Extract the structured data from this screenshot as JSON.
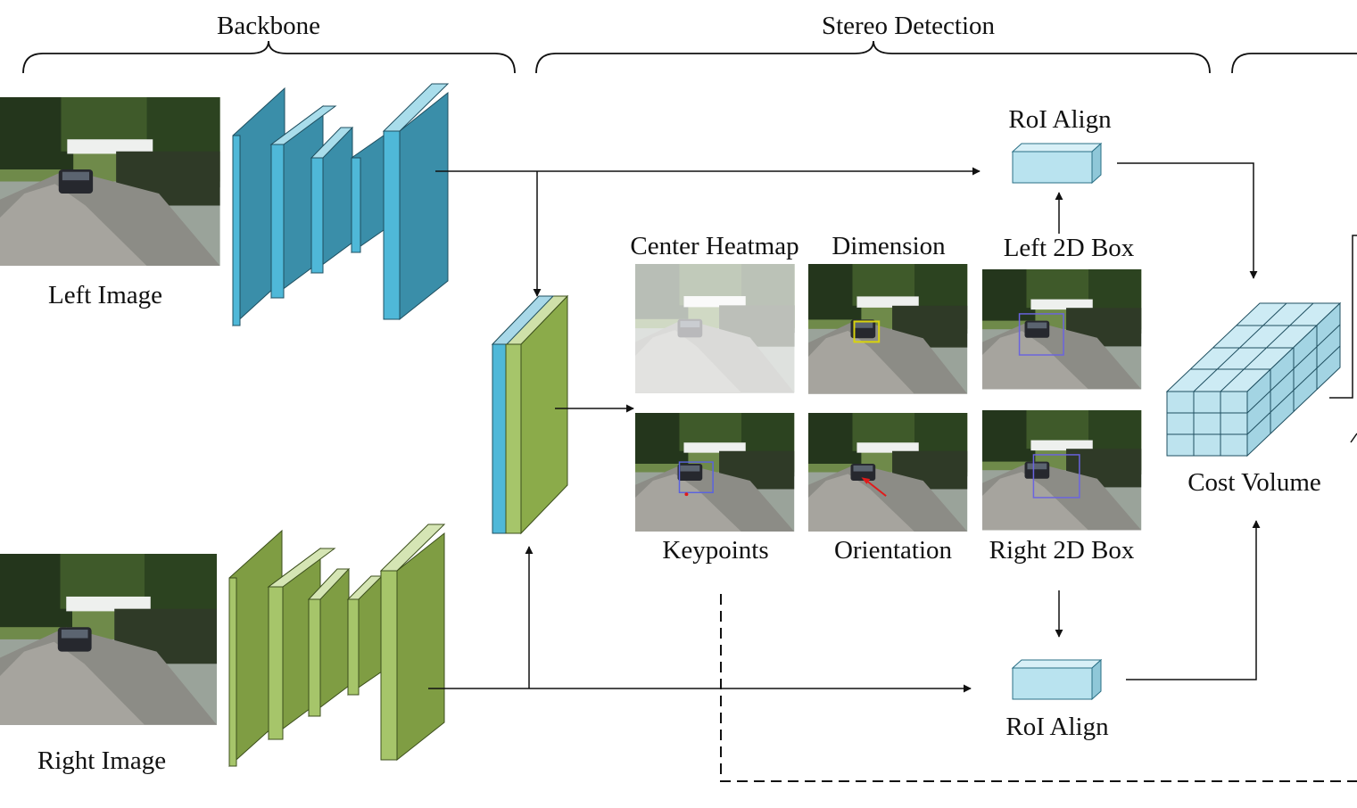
{
  "sections": {
    "backbone": "Backbone",
    "stereo_detection": "Stereo Detection"
  },
  "inputs": {
    "left_image": "Left Image",
    "right_image": "Right Image"
  },
  "heads": {
    "center_heatmap": "Center Heatmap",
    "dimension": "Dimension",
    "left_2d_box": "Left 2D Box",
    "keypoints": "Keypoints",
    "orientation": "Orientation",
    "right_2d_box": "Right 2D Box"
  },
  "roi": {
    "top": "RoI Align",
    "bottom": "RoI Align"
  },
  "cost_volume": "Cost Volume",
  "colors": {
    "left_branch": "#3a97b3",
    "right_branch": "#8bab4a",
    "roi_box": "#b9e3ef"
  }
}
